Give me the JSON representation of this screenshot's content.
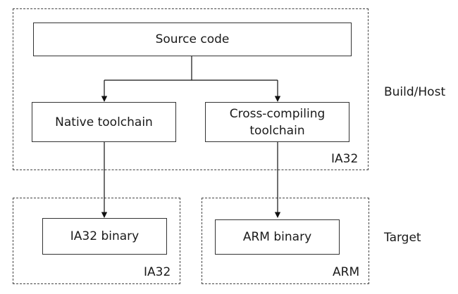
{
  "diagram": {
    "nodes": {
      "source": "Source code",
      "native": "Native toolchain",
      "cross_line1": "Cross-compiling",
      "cross_line2": "toolchain",
      "ia32_bin": "IA32 binary",
      "arm_bin": "ARM binary"
    },
    "regions": {
      "host_arch": "IA32",
      "left_target_arch": "IA32",
      "right_target_arch": "ARM"
    },
    "side_labels": {
      "build_host": "Build/Host",
      "target": "Target"
    },
    "edges": [
      {
        "from": "Source code",
        "to": "Native toolchain"
      },
      {
        "from": "Source code",
        "to": "Cross-compiling toolchain"
      },
      {
        "from": "Native toolchain",
        "to": "IA32 binary"
      },
      {
        "from": "Cross-compiling toolchain",
        "to": "ARM binary"
      }
    ]
  }
}
